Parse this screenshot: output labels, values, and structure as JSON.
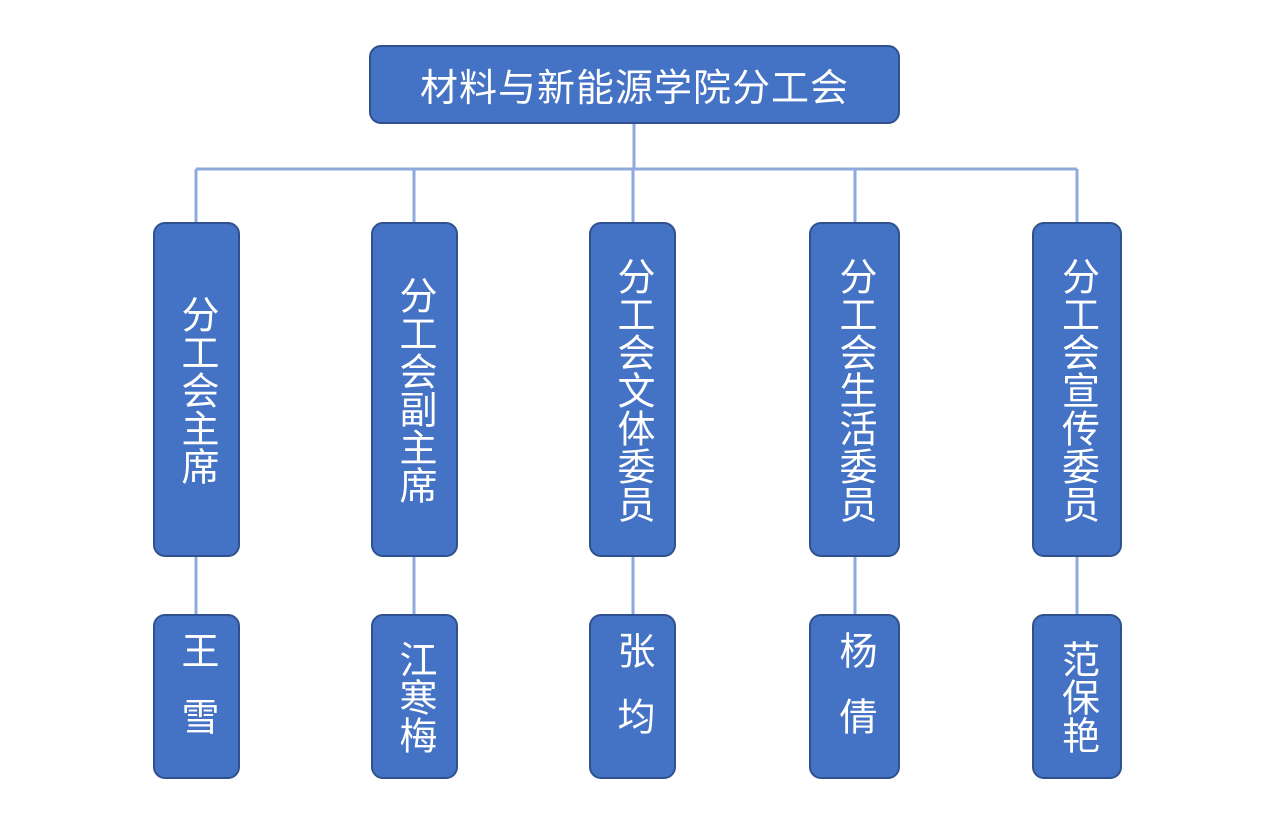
{
  "root": {
    "label": "材料与新能源学院分工会"
  },
  "roles": [
    {
      "label": "分工会主席",
      "member": "王雪"
    },
    {
      "label": "分工会副主席",
      "member": "江寒梅"
    },
    {
      "label": "分工会文体委员",
      "member": "张均"
    },
    {
      "label": "分工会生活委员",
      "member": "杨倩"
    },
    {
      "label": "分工会宣传委员",
      "member": "范保艳"
    }
  ],
  "colors": {
    "node_fill": "#4472c4",
    "node_border": "#2f528f",
    "connector": "#8ea9db",
    "text": "#ffffff"
  }
}
